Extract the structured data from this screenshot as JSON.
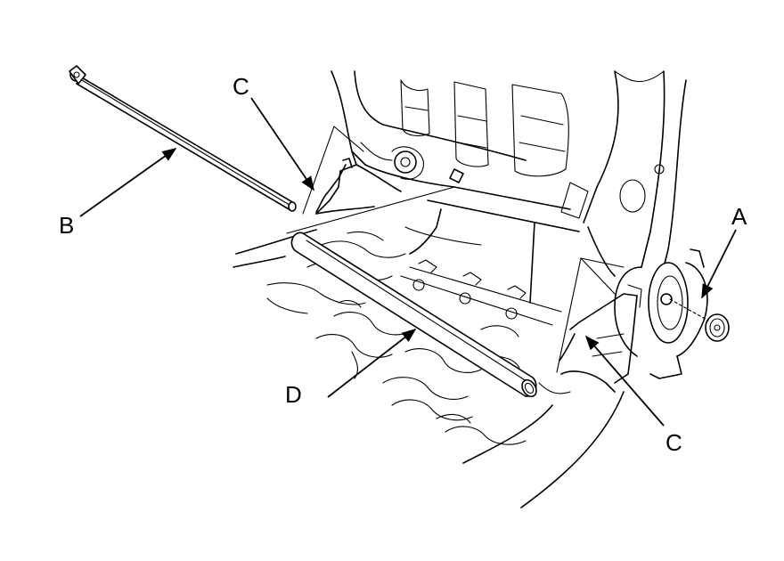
{
  "callouts": {
    "a": "A",
    "b": "B",
    "c_left": "C",
    "c_right": "C",
    "d": "D"
  }
}
